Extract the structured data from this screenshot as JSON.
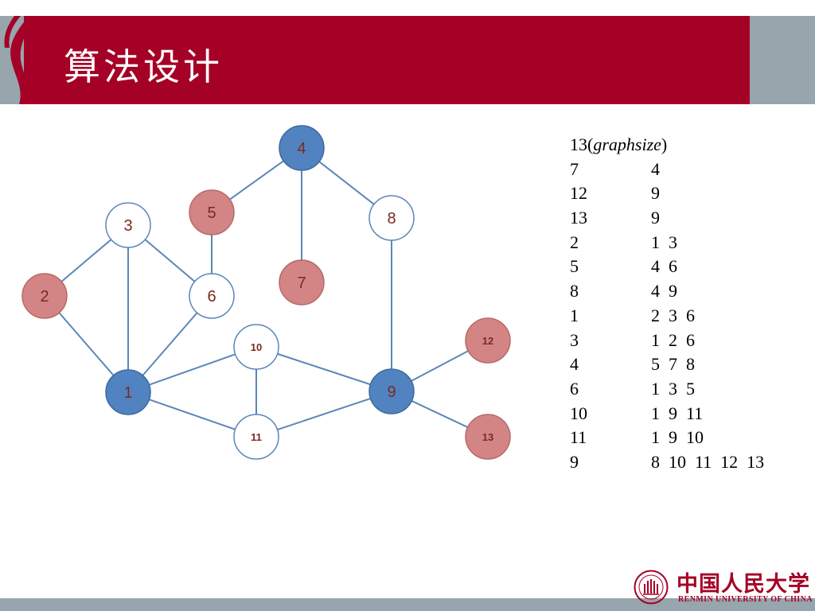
{
  "slide": {
    "title": "算法设计",
    "colors": {
      "banner_red": "#a50026",
      "banner_gray": "#97a5ad",
      "node_blue": "#5183c1",
      "node_pink": "#d38585",
      "edge": "#5b86b8"
    }
  },
  "graph": {
    "nodes": [
      {
        "id": "1",
        "style": "blue"
      },
      {
        "id": "2",
        "style": "pink"
      },
      {
        "id": "3",
        "style": "white"
      },
      {
        "id": "4",
        "style": "blue"
      },
      {
        "id": "5",
        "style": "pink"
      },
      {
        "id": "6",
        "style": "white"
      },
      {
        "id": "7",
        "style": "pink"
      },
      {
        "id": "8",
        "style": "white"
      },
      {
        "id": "9",
        "style": "blue"
      },
      {
        "id": "10",
        "style": "white"
      },
      {
        "id": "11",
        "style": "white"
      },
      {
        "id": "12",
        "style": "pink"
      },
      {
        "id": "13",
        "style": "pink"
      }
    ],
    "edges": [
      [
        "4",
        "5"
      ],
      [
        "4",
        "7"
      ],
      [
        "4",
        "8"
      ],
      [
        "5",
        "6"
      ],
      [
        "3",
        "2"
      ],
      [
        "3",
        "1"
      ],
      [
        "3",
        "6"
      ],
      [
        "2",
        "1"
      ],
      [
        "6",
        "1"
      ],
      [
        "1",
        "10"
      ],
      [
        "1",
        "11"
      ],
      [
        "10",
        "11"
      ],
      [
        "10",
        "9"
      ],
      [
        "11",
        "9"
      ],
      [
        "8",
        "9"
      ],
      [
        "9",
        "12"
      ],
      [
        "9",
        "13"
      ]
    ]
  },
  "adjacency": {
    "header_number": "13",
    "header_label": "graphsize",
    "rows": [
      {
        "vertex": "7",
        "neighbors": "4"
      },
      {
        "vertex": "12",
        "neighbors": "9"
      },
      {
        "vertex": "13",
        "neighbors": "9"
      },
      {
        "vertex": "2",
        "neighbors": "1  3"
      },
      {
        "vertex": "5",
        "neighbors": "4  6"
      },
      {
        "vertex": "8",
        "neighbors": "4  9"
      },
      {
        "vertex": "1",
        "neighbors": "2  3  6"
      },
      {
        "vertex": "3",
        "neighbors": "1  2  6"
      },
      {
        "vertex": "4",
        "neighbors": "5  7  8"
      },
      {
        "vertex": "6",
        "neighbors": "1  3  5"
      },
      {
        "vertex": "10",
        "neighbors": "1  9  11"
      },
      {
        "vertex": "11",
        "neighbors": "1  9  10"
      },
      {
        "vertex": "9",
        "neighbors": "8  10  11  12  13"
      }
    ]
  },
  "logo": {
    "chinese": "中国人民大学",
    "english": "RENMIN UNIVERSITY OF CHINA"
  }
}
